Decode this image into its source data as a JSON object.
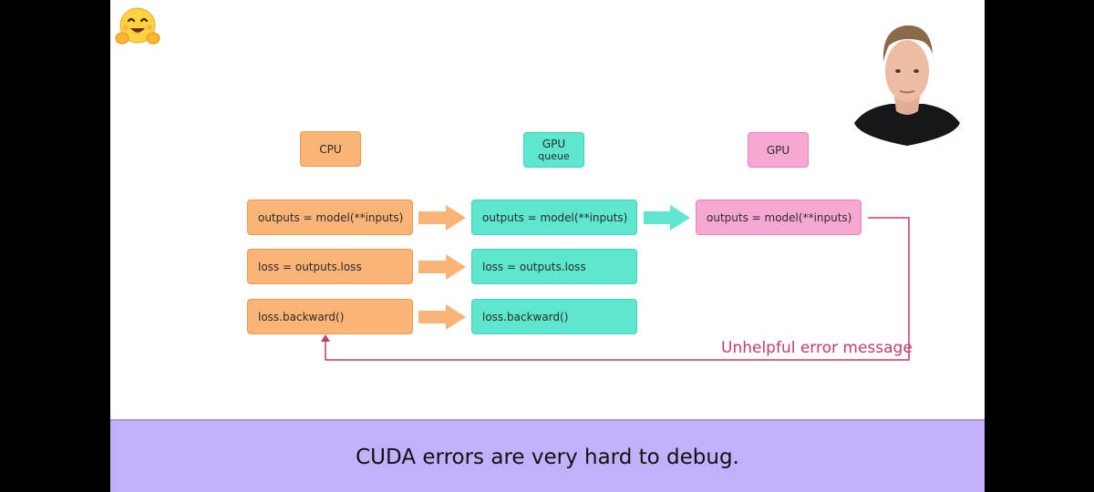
{
  "columns": {
    "cpu": "CPU",
    "queue_line1": "GPU",
    "queue_line2": "queue",
    "gpu": "GPU"
  },
  "rows": {
    "cpu": [
      "outputs = model(**inputs)",
      "loss = outputs.loss",
      "loss.backward()"
    ],
    "queue": [
      "outputs = model(**inputs)",
      "loss = outputs.loss",
      "loss.backward()"
    ],
    "gpu": [
      "outputs = model(**inputs)"
    ]
  },
  "error_label": "Unhelpful error message",
  "caption": "CUDA errors are very hard to debug.",
  "icons": {
    "logo": "hugging-face-emoji-icon",
    "presenter": "presenter-video"
  },
  "colors": {
    "cpu": "#fbb477",
    "queue": "#5ee6cf",
    "gpu": "#f7a8d2",
    "error": "#c43d6a",
    "caption_bg": "#c2b0fb"
  }
}
